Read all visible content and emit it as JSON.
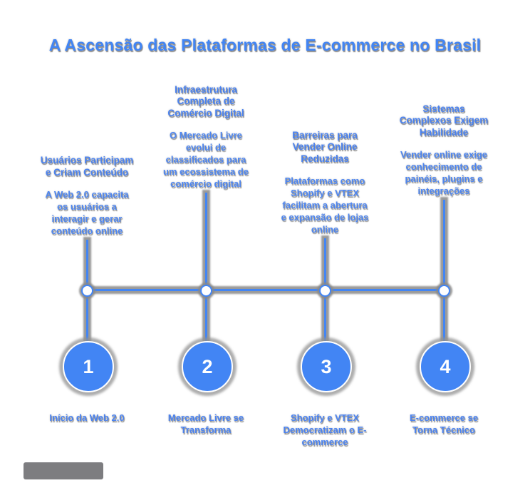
{
  "title": "A Ascensão das Plataformas de E-commerce no Brasil",
  "colors": {
    "accent_blue": "#4285F4",
    "text_blue": "#4e86f0",
    "shadow_gray": "#888888",
    "watermark_gray": "#7d7d80"
  },
  "milestones": [
    {
      "number": "1",
      "heading": "Usuários Participam\ne Criam Conteúdo",
      "body": "A Web 2.0 capacita\nos usuários a\ninteragir e gerar\nconteúdo online",
      "label": "Início da Web 2.0"
    },
    {
      "number": "2",
      "heading": "Infraestrutura\nCompleta de\nComércio Digital",
      "body": "O Mercado Livre\nevolui de\nclassificados para\num ecossistema de\ncomércio digital",
      "label": "Mercado Livre se\nTransforma"
    },
    {
      "number": "3",
      "heading": "Barreiras para\nVender Online\nReduzidas",
      "body": "Plataformas como\nShopify e VTEX\nfacilitam a abertura\ne expansão de lojas\nonline",
      "label": "Shopify e VTEX\nDemocratizam o E-\ncommerce"
    },
    {
      "number": "4",
      "heading": "Sistemas\nComplexos Exigem\nHabilidade",
      "body": "Vender online exige\nconhecimento de\npainéis, plugins e\nintegrações",
      "label": "E-commerce se\nTorna Técnico"
    }
  ]
}
